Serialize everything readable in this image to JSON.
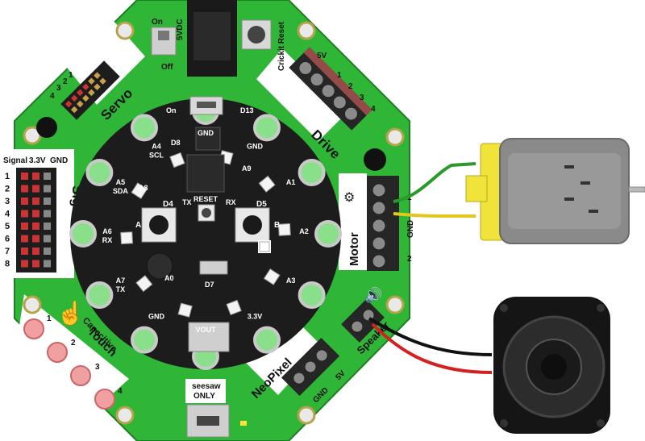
{
  "power": {
    "on": "On",
    "off": "Off",
    "vdc": "5VDC",
    "reset": "Crickit Reset"
  },
  "servo": {
    "title": "Servo",
    "nums": [
      "1",
      "2",
      "3",
      "4"
    ]
  },
  "drive": {
    "title": "Drive",
    "v5": "5V",
    "nums": [
      "1",
      "2",
      "3",
      "4"
    ]
  },
  "signal_io": {
    "title": "Signal I/O",
    "headers": {
      "signal": "Signal",
      "v33": "3.3V",
      "gnd": "GND"
    },
    "rows": [
      "1",
      "2",
      "3",
      "4",
      "5",
      "6",
      "7",
      "8"
    ]
  },
  "motor": {
    "title": "Motor",
    "n1": "1",
    "gnd": "GND",
    "n2": "2"
  },
  "speaker": {
    "title": "Speaker"
  },
  "touch": {
    "title1": "Capacitive",
    "title2": "Touch",
    "nums": [
      "1",
      "2",
      "3",
      "4"
    ]
  },
  "neopixel": {
    "title": "NeoPixel",
    "gnd": "GND",
    "v5": "5V"
  },
  "seesaw": {
    "line1": "seesaw",
    "line2": "ONLY"
  },
  "cpx": {
    "on": "On",
    "d13": "D13",
    "d8": "D8",
    "a9": "A9",
    "a8": "A8",
    "d4": "D4",
    "d5": "D5",
    "tx": "TX",
    "rx": "RX",
    "reset": "RESET",
    "a": "A",
    "b": "B",
    "d7": "D7",
    "a0": "A0",
    "pads": [
      "GND",
      "A1",
      "A2",
      "A3",
      "3.3V",
      "VOUT",
      "GND",
      "A7",
      "A6",
      "A5",
      "A4",
      "GND"
    ],
    "pad_sub": [
      "",
      "",
      "",
      "",
      "",
      "",
      "",
      "TX",
      "RX",
      "SDA",
      "SCL",
      ""
    ]
  }
}
